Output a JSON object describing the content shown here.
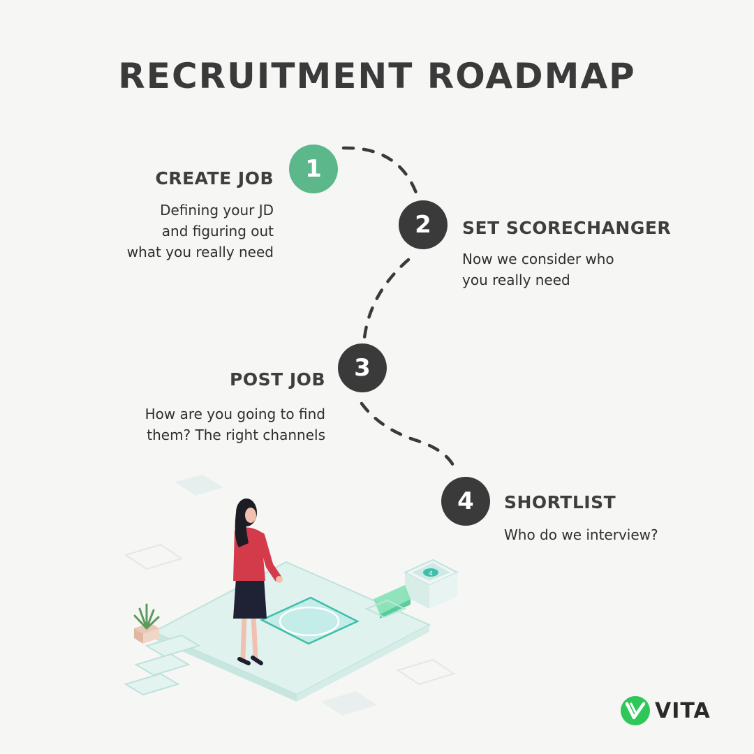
{
  "title": "RECRUITMENT ROADMAP",
  "steps": [
    {
      "number": "1",
      "title": "CREATE JOB",
      "desc": [
        "Defining your JD",
        "and figuring out",
        "what you really need"
      ],
      "color": "#5cb88a"
    },
    {
      "number": "2",
      "title": "SET SCORECHANGER",
      "desc": [
        "Now we consider who",
        "you really need"
      ],
      "color": "#3a3a3a"
    },
    {
      "number": "3",
      "title": "POST JOB",
      "desc": [
        "How are you going to find",
        "them? The right channels"
      ],
      "color": "#3a3a3a"
    },
    {
      "number": "4",
      "title": "SHORTLIST",
      "desc": [
        "Who do we interview?"
      ],
      "color": "#3a3a3a"
    }
  ],
  "illustration": {
    "screen_badge": "4"
  },
  "brand": {
    "name": "VITA",
    "logo_icon": "vita-logo-icon",
    "logo_color": "#2fc75a"
  }
}
